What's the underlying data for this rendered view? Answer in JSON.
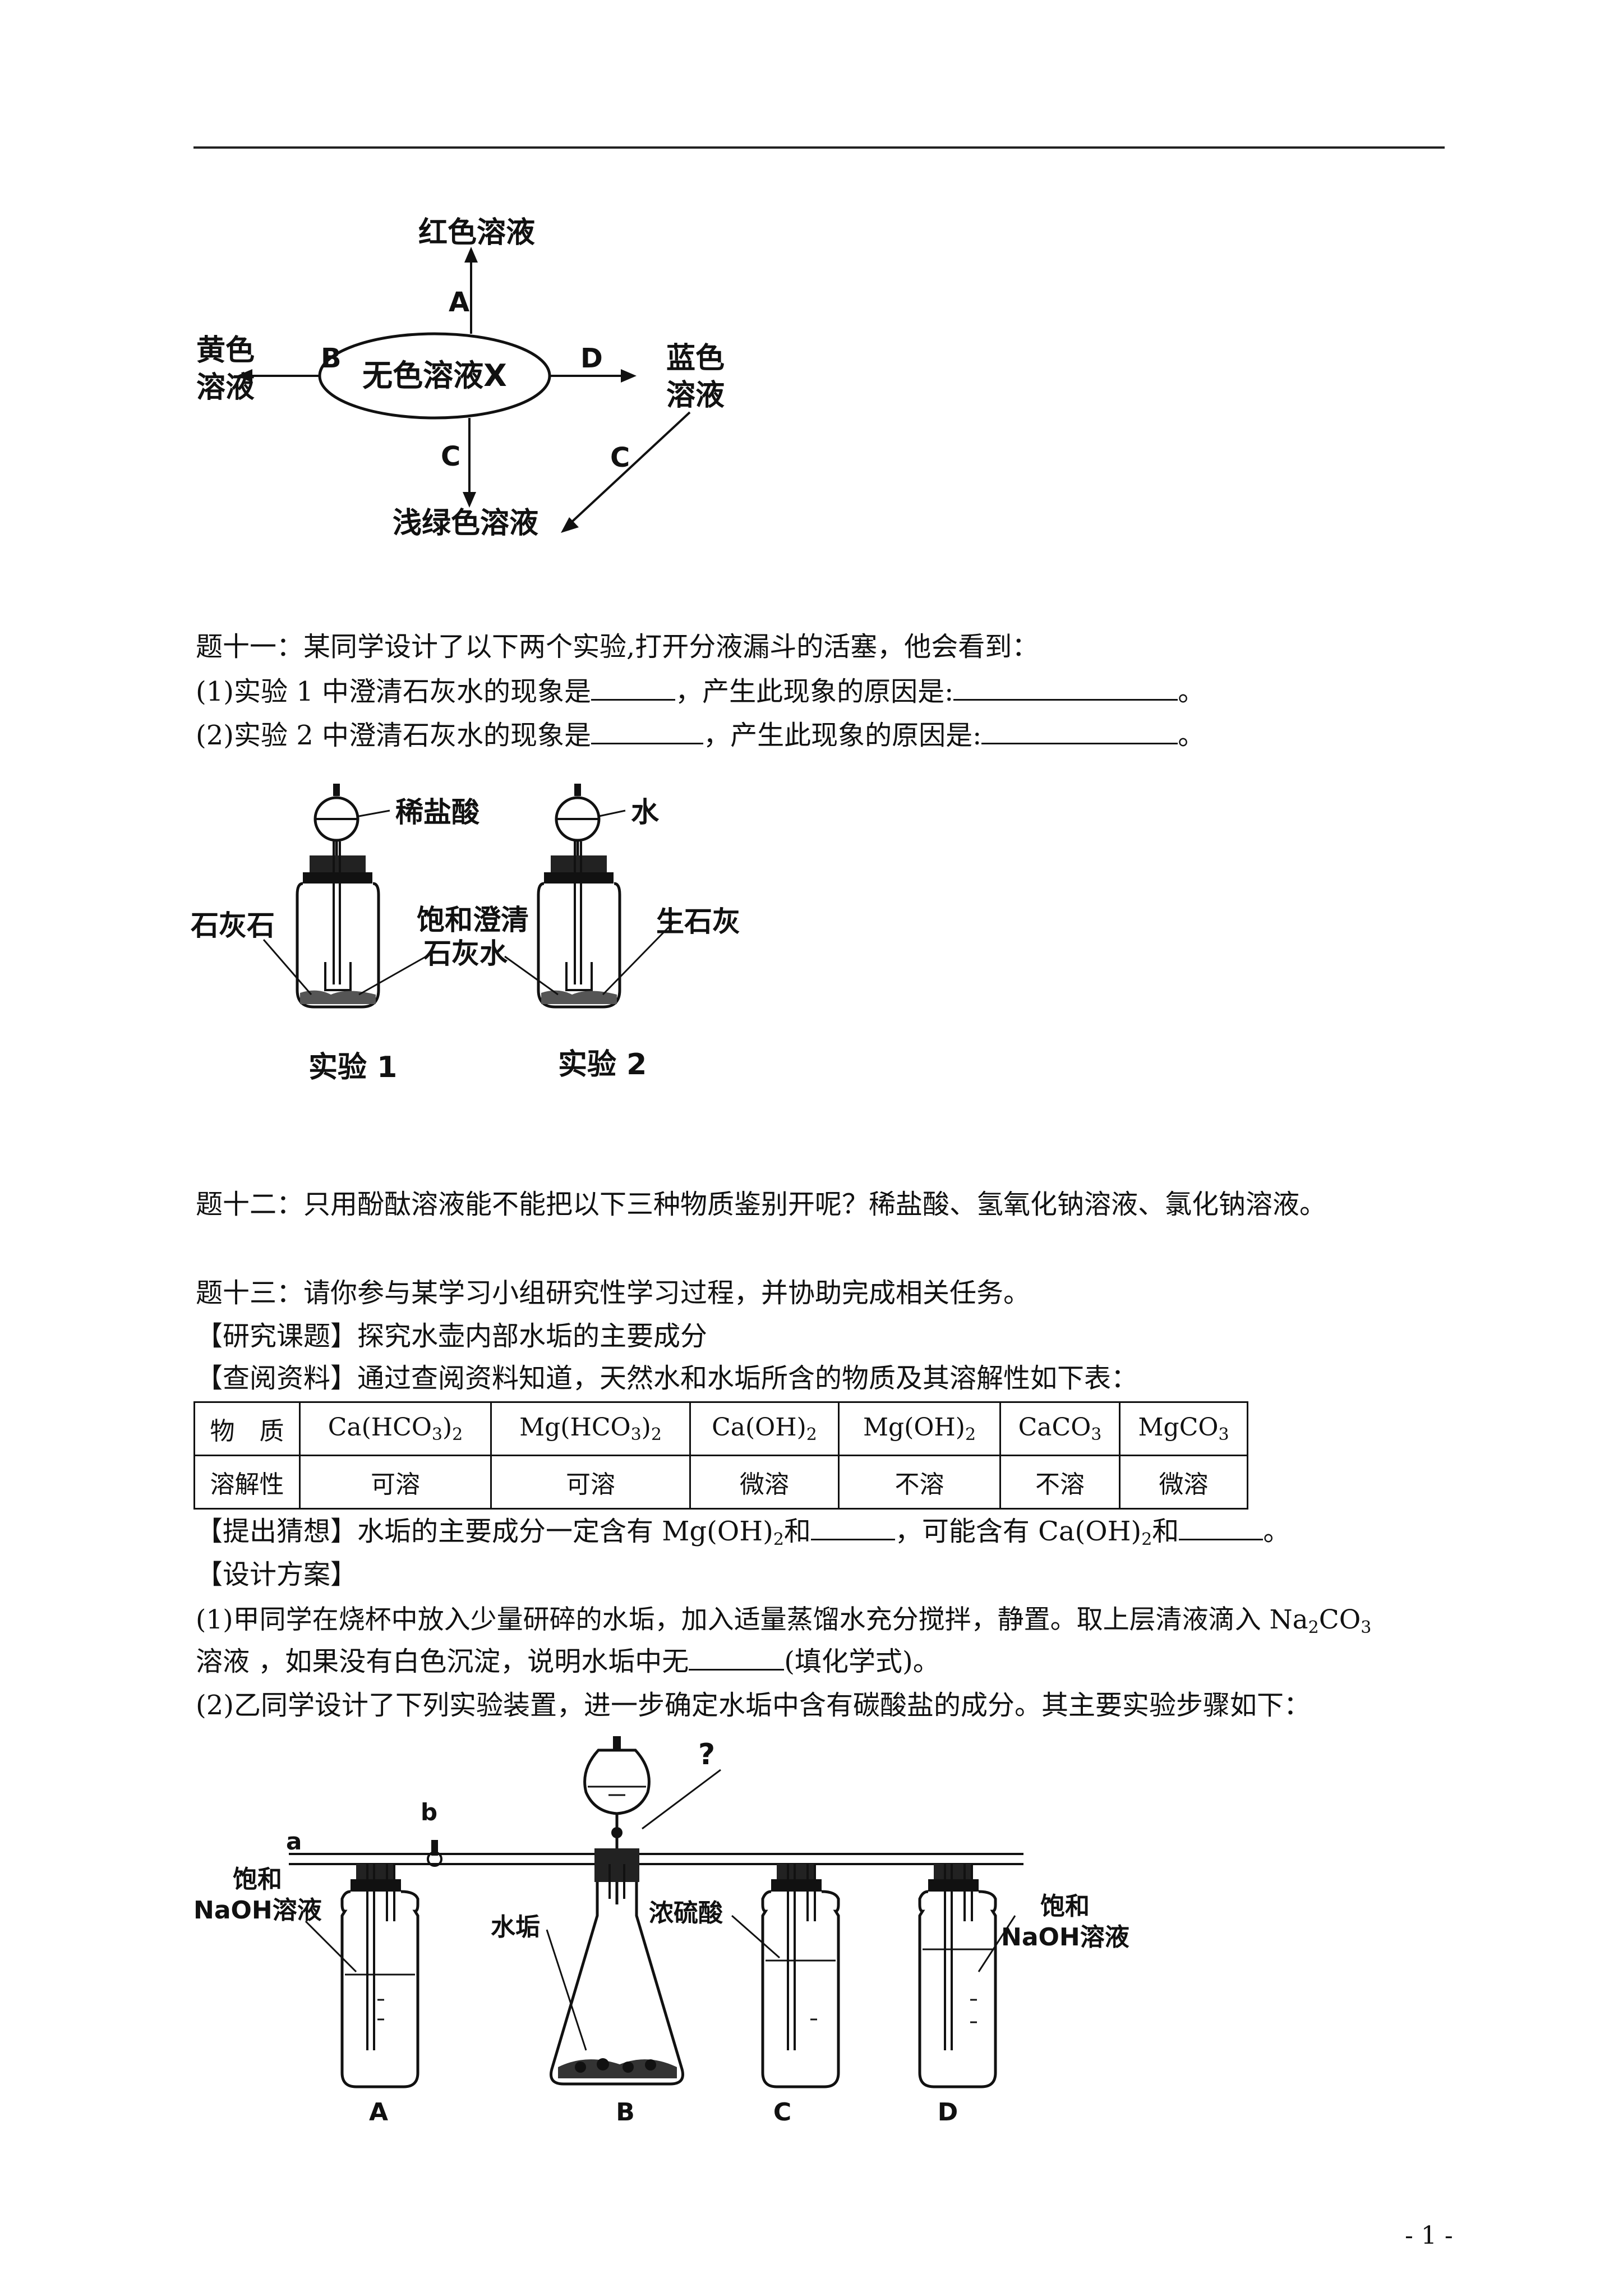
{
  "diagram1": {
    "center": "无色溶液X",
    "top": "红色溶液",
    "left_line1": "黄色",
    "left_line2": "溶液",
    "right_line1": "蓝色",
    "right_line2": "溶液",
    "bottom": "浅绿色溶液",
    "label_a": "A",
    "label_b": "B",
    "label_c": "C",
    "label_d": "D",
    "label_c2": "C"
  },
  "q11": {
    "stem": "题十一：某同学设计了以下两个实验,打开分液漏斗的活塞，他会看到：",
    "p1_a": "(1)实验 1 中澄清石灰水的现象是",
    "p1_b": "，产生此现象的原因是:",
    "p1_c": "。",
    "p2_a": "(2)实验 2 中澄清石灰水的现象是",
    "p2_b": "，产生此现象的原因是:",
    "p2_c": "。"
  },
  "diagram2": {
    "funnel1": "稀盐酸",
    "funnel2": "水",
    "left_solid": "石灰石",
    "mid_line1": "饱和澄清",
    "mid_line2": "石灰水",
    "right_solid": "生石灰",
    "exp1": "实验 1",
    "exp2": "实验 2"
  },
  "q12": {
    "text": "题十二：只用酚酞溶液能不能把以下三种物质鉴别开呢？稀盐酸、氢氧化钠溶液、氯化钠溶液。"
  },
  "q13": {
    "stem": "题十三：请你参与某学习小组研究性学习过程，并协助完成相关任务。",
    "topic": "【研究课题】探究水壶内部水垢的主要成分",
    "data": "【查阅资料】通过查阅资料知道，天然水和水垢所含的物质及其溶解性如下表：",
    "hyp_a": "【提出猜想】水垢的主要成分一定含有 Mg(OH)",
    "hyp_sub": "2",
    "hyp_b": "和",
    "hyp_c": "，可能含有 Ca(OH)",
    "hyp_d": "和",
    "hyp_e": "。",
    "design": "【设计方案】",
    "s1_a": "(1)甲同学在烧杯中放入少量研碎的水垢，加入适量蒸馏水充分搅拌，静置。取上层清液滴入 Na",
    "s1_sub": "2",
    "s1_b": "CO",
    "s1_sub2": "3",
    "s1_c": "溶液   ，如果没有白色沉淀，说明水垢中无",
    "s1_d": "(填化学式)",
    "s1_e": "。",
    "s2": "(2)乙同学设计了下列实验装置，进一步确定水垢中含有碳酸盐的成分。其主要实验步骤如下："
  },
  "table": {
    "row1": [
      {
        "main": "物　质",
        "sub": ""
      },
      {
        "main": "Ca(HCO",
        "sub": "3",
        "tail": ")",
        "sub2": "2"
      },
      {
        "main": "Mg(HCO",
        "sub": "3",
        "tail": ")",
        "sub2": "2"
      },
      {
        "main": "Ca(OH)",
        "sub": "2"
      },
      {
        "main": "Mg(OH)",
        "sub": "2"
      },
      {
        "main": "CaCO",
        "sub": "3"
      },
      {
        "main": "MgCO",
        "sub": "3"
      }
    ],
    "row2": [
      "溶解性",
      "可溶",
      "可溶",
      "微溶",
      "不溶",
      "不溶",
      "微溶"
    ]
  },
  "diagram3": {
    "a": "a",
    "b": "b",
    "q": "?",
    "left_line1": "饱和",
    "left_line2": "NaOH溶液",
    "scale": "水垢",
    "acid": "浓硫酸",
    "right_line1": "饱和",
    "right_line2": "NaOH溶液",
    "A": "A",
    "B": "B",
    "C": "C",
    "D": "D"
  },
  "footer": {
    "page": "- 1 -"
  }
}
